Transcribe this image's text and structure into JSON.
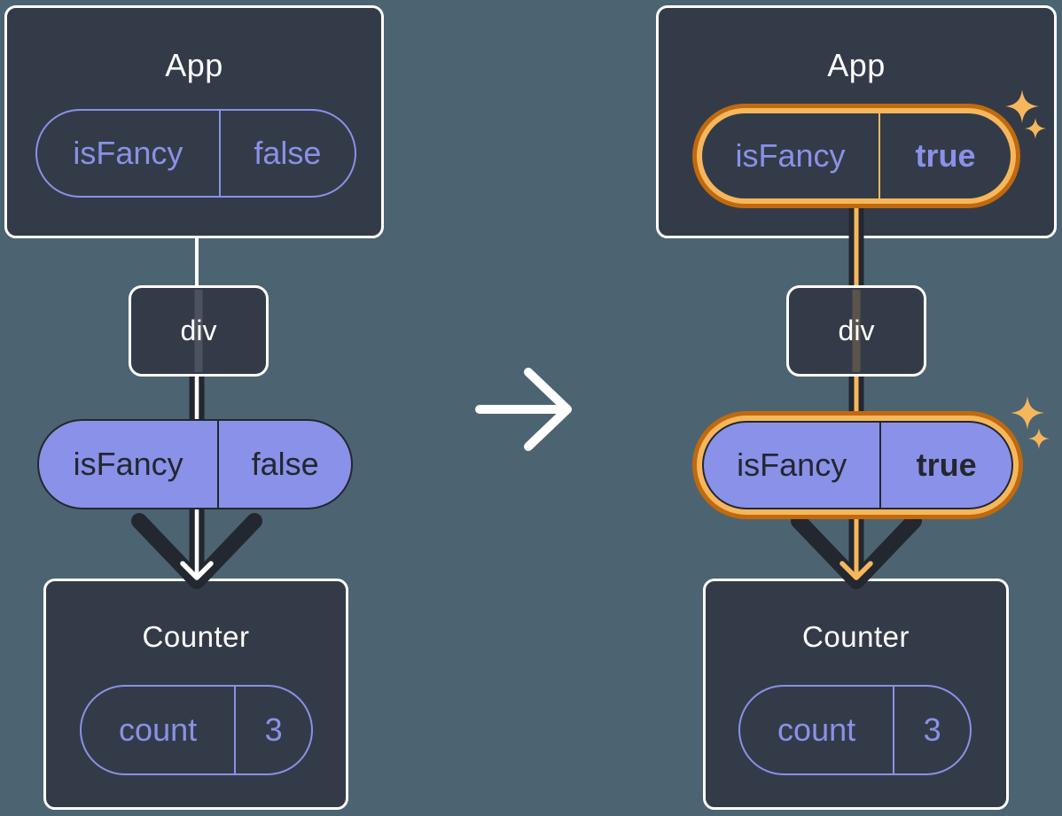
{
  "diagram": {
    "left": {
      "app_title": "App",
      "app_state": {
        "name": "isFancy",
        "value": "false"
      },
      "div_label": "div",
      "passed_prop": {
        "name": "isFancy",
        "value": "false"
      },
      "counter_title": "Counter",
      "counter_state": {
        "name": "count",
        "value": "3"
      }
    },
    "right": {
      "app_title": "App",
      "app_state": {
        "name": "isFancy",
        "value": "true"
      },
      "div_label": "div",
      "passed_prop": {
        "name": "isFancy",
        "value": "true"
      },
      "counter_title": "Counter",
      "counter_state": {
        "name": "count",
        "value": "3"
      }
    },
    "icons": {
      "transition": "arrow-right-icon",
      "highlight": "sparkle-icon",
      "flow": "arrow-down-icon"
    },
    "colors": {
      "background": "#4c6471",
      "card": "#343b48",
      "card_border": "#ffffff",
      "purple": "#8a91e8",
      "ink": "#23272f",
      "highlight_light": "#f6b75c",
      "highlight_dark": "#c1690f"
    }
  }
}
